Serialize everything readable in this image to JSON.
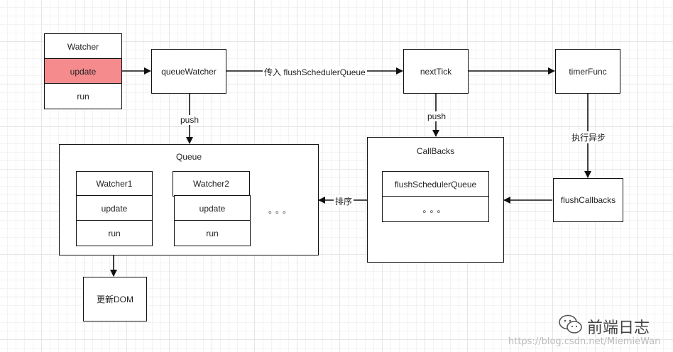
{
  "watcher_class": {
    "title": "Watcher",
    "update": "update",
    "run": "run"
  },
  "queue_watcher": "queueWatcher",
  "next_tick": "nextTick",
  "timer_func": "timerFunc",
  "flush_callbacks": "flushCallbacks",
  "update_dom": "更新DOM",
  "queue": {
    "title": "Queue",
    "watcher1": {
      "title": "Watcher1",
      "update": "update",
      "run": "run"
    },
    "watcher2": {
      "title": "Watcher2",
      "update": "update",
      "run": "run"
    },
    "ellipsis": "。。。"
  },
  "callbacks": {
    "title": "CallBacks",
    "flush_item": "flushSchedulerQueue",
    "ellipsis": "。。。"
  },
  "edge_labels": {
    "pass_in": "传入 flushSchedulerQueue",
    "push_queue": "push",
    "push_callbacks": "push",
    "exec_async": "执行异步",
    "sort": "排序"
  },
  "watermark": {
    "brand": "前端日志",
    "url": "https://blog.csdn.net/MiemieWan"
  }
}
